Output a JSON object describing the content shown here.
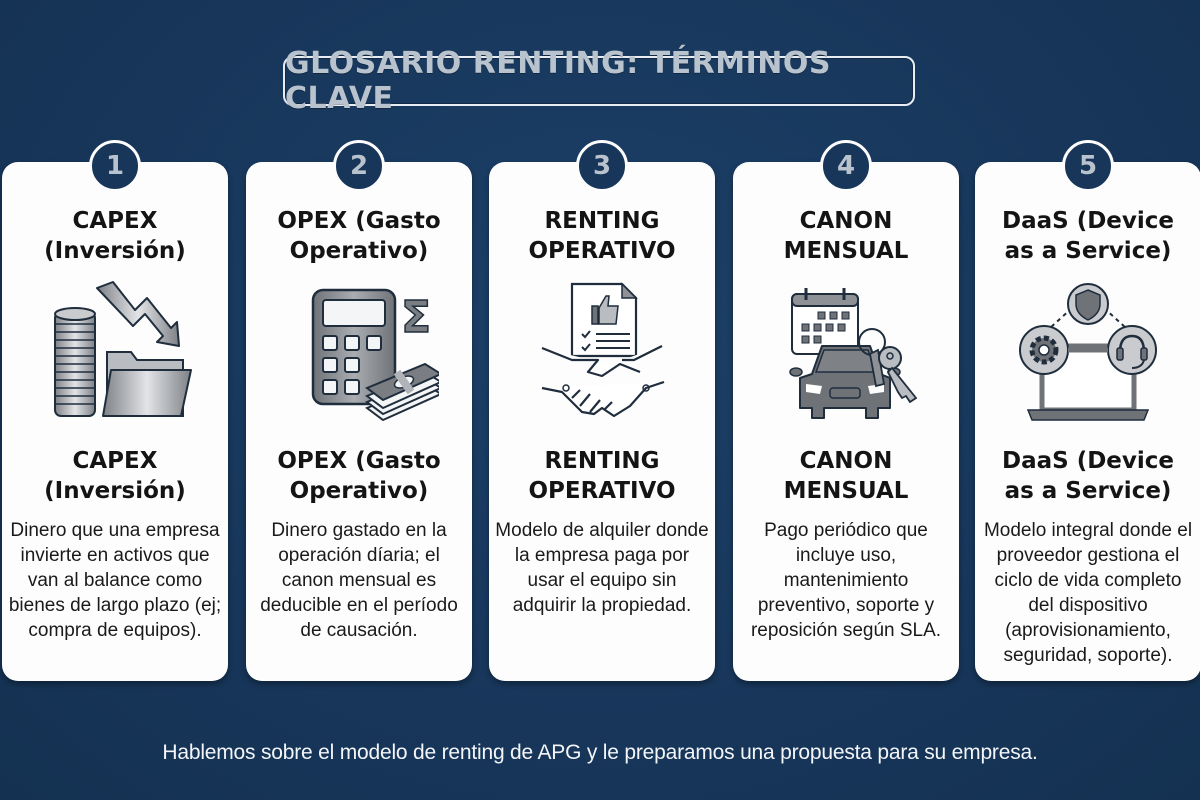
{
  "header": {
    "title": "GLOSARIO RENTING: TÉRMINOS CLAVE"
  },
  "cards": [
    {
      "number": "1",
      "term": "CAPEX (Inversión)",
      "term_lines": [
        "CAPEX",
        "(Inversión)"
      ],
      "icon": "coins-folder-downtrend-icon",
      "description": "Dinero que una empresa invierte en activos que van al balance como bienes de largo plazo (ej; compra de equipos)."
    },
    {
      "number": "2",
      "term": "OPEX (Gasto Operativo)",
      "term_lines": [
        "OPEX (Gasto",
        "Operativo)"
      ],
      "icon": "calculator-sigma-cash-icon",
      "description": "Dinero gastado en la operación díaria; el canon mensual es deducible en el período de causación."
    },
    {
      "number": "3",
      "term": "RENTING OPERATIVO",
      "term_lines": [
        "RENTING",
        "OPERATIVO"
      ],
      "icon": "contract-handshake-icon",
      "description": "Modelo de alquiler donde la empresa paga por usar el equipo sin adquirir la propiedad."
    },
    {
      "number": "4",
      "term": "CANON MENSUAL",
      "term_lines": [
        "CANON",
        "MENSUAL"
      ],
      "icon": "calendar-car-keys-icon",
      "description": "Pago periódico que incluye uso, mantenimiento preventivo, soporte y reposición según SLA."
    },
    {
      "number": "5",
      "term": "DaaS (Device as a Service)",
      "term_lines": [
        "DaaS (Device",
        "as a Service)"
      ],
      "icon": "laptop-shield-gear-headset-icon",
      "description": "Modelo integral donde el proveedor gestiona el ciclo de vida completo del dispositivo (aprovisionamiento, seguridad, soporte)."
    }
  ],
  "footer": {
    "text": "Hablemos sobre el modelo de renting de APG y le preparamos una propuesta para su empresa."
  },
  "colors": {
    "background": "#17365a",
    "card": "#fdfdfd",
    "title_text": "#b9c3ce",
    "icon_gray": "#8e9196",
    "icon_outline": "#1f2d3d"
  }
}
